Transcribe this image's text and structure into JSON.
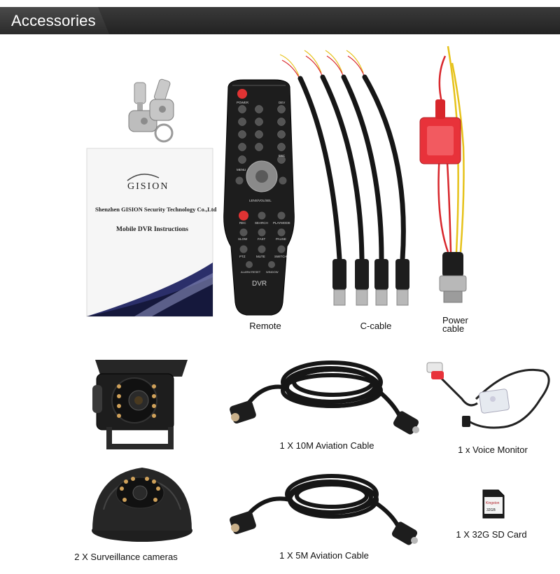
{
  "header": {
    "title": "Accessories"
  },
  "manual": {
    "brand": "GISION",
    "company_line": "Shenzhen GISION Security Technology Co.,Ltd",
    "doc_title": "Mobile DVR Instructions"
  },
  "remote": {
    "label_power": "POWER",
    "label_dev": "DEV",
    "label_menu": "MENU",
    "label_esc": "ESC",
    "label_lens": "LENS/VOL/SEL",
    "label_rec": "REC",
    "label_search": "SEARCH",
    "label_playmode": "PLAYMODE",
    "label_slow": "SLOW",
    "label_fast": "FAST",
    "label_pause": "PAUSE",
    "label_ptz": "PTZ",
    "label_mute": "MUTE",
    "label_switch": "SWITCH",
    "label_alarm": "ALARM RESET",
    "label_window": "WINDOW",
    "label_brand": "DVR"
  },
  "sdcard": {
    "brand": "Kingston",
    "capacity": "32GB"
  },
  "captions": {
    "remote": "Remote",
    "ccable": "C-cable",
    "power_line1": "Power",
    "power_line2": "cable",
    "aviation10": "1 X 10M Aviation Cable",
    "voice_monitor": "1 x Voice Monitor",
    "aviation5": "1 X 5M Aviation Cable",
    "sd_card": "1 X 32G SD Card",
    "cameras": "2 X Surveillance cameras"
  },
  "colors": {
    "header_bg": "#2b2b2b",
    "fuse_red": "#e8323a",
    "wire_red": "#d8262b",
    "wire_yellow": "#e6c21a",
    "cable_black": "#161616",
    "metal": "#b8b8b8"
  }
}
